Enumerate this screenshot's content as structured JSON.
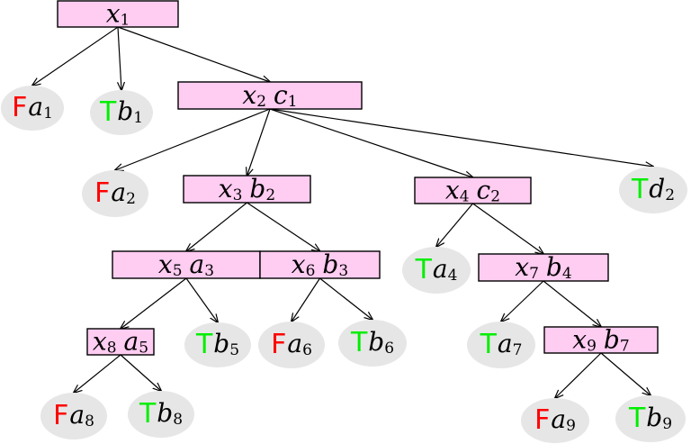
{
  "colors": {
    "F": "#ff0000",
    "T": "#00ee00",
    "box_fill": "#ffccf2",
    "leaf_fill": "#e6e6e6"
  },
  "nodes": [
    {
      "id": "x1",
      "kind": "box",
      "parts": [
        {
          "v": "x",
          "s": "1"
        }
      ]
    },
    {
      "id": "a1",
      "kind": "leaf",
      "flag": "F",
      "parts": [
        {
          "v": "a",
          "s": "1"
        }
      ]
    },
    {
      "id": "b1",
      "kind": "leaf",
      "flag": "T",
      "parts": [
        {
          "v": "b",
          "s": "1"
        }
      ]
    },
    {
      "id": "x2",
      "kind": "box",
      "parts": [
        {
          "v": "x",
          "s": "2"
        },
        {
          "v": "c",
          "s": "1"
        }
      ]
    },
    {
      "id": "a2",
      "kind": "leaf",
      "flag": "F",
      "parts": [
        {
          "v": "a",
          "s": "2"
        }
      ]
    },
    {
      "id": "x3",
      "kind": "box",
      "parts": [
        {
          "v": "x",
          "s": "3"
        },
        {
          "v": "b",
          "s": "2"
        }
      ]
    },
    {
      "id": "x4",
      "kind": "box",
      "parts": [
        {
          "v": "x",
          "s": "4"
        },
        {
          "v": "c",
          "s": "2"
        }
      ]
    },
    {
      "id": "d2",
      "kind": "leaf",
      "flag": "T",
      "parts": [
        {
          "v": "d",
          "s": "2"
        }
      ]
    },
    {
      "id": "x5",
      "kind": "box",
      "parts": [
        {
          "v": "x",
          "s": "5"
        },
        {
          "v": "a",
          "s": "3"
        }
      ]
    },
    {
      "id": "x6",
      "kind": "box",
      "parts": [
        {
          "v": "x",
          "s": "6"
        },
        {
          "v": "b",
          "s": "3"
        }
      ]
    },
    {
      "id": "a4",
      "kind": "leaf",
      "flag": "T",
      "parts": [
        {
          "v": "a",
          "s": "4"
        }
      ]
    },
    {
      "id": "x7",
      "kind": "box",
      "parts": [
        {
          "v": "x",
          "s": "7"
        },
        {
          "v": "b",
          "s": "4"
        }
      ]
    },
    {
      "id": "x8",
      "kind": "box",
      "parts": [
        {
          "v": "x",
          "s": "8"
        },
        {
          "v": "a",
          "s": "5"
        }
      ]
    },
    {
      "id": "b5",
      "kind": "leaf",
      "flag": "T",
      "parts": [
        {
          "v": "b",
          "s": "5"
        }
      ]
    },
    {
      "id": "a6",
      "kind": "leaf",
      "flag": "F",
      "parts": [
        {
          "v": "a",
          "s": "6"
        }
      ]
    },
    {
      "id": "b6",
      "kind": "leaf",
      "flag": "T",
      "parts": [
        {
          "v": "b",
          "s": "6"
        }
      ]
    },
    {
      "id": "a7",
      "kind": "leaf",
      "flag": "T",
      "parts": [
        {
          "v": "a",
          "s": "7"
        }
      ]
    },
    {
      "id": "x9",
      "kind": "box",
      "parts": [
        {
          "v": "x",
          "s": "9"
        },
        {
          "v": "b",
          "s": "7"
        }
      ]
    },
    {
      "id": "a8",
      "kind": "leaf",
      "flag": "F",
      "parts": [
        {
          "v": "a",
          "s": "8"
        }
      ]
    },
    {
      "id": "b8",
      "kind": "leaf",
      "flag": "T",
      "parts": [
        {
          "v": "b",
          "s": "8"
        }
      ]
    },
    {
      "id": "a9",
      "kind": "leaf",
      "flag": "F",
      "parts": [
        {
          "v": "a",
          "s": "9"
        }
      ]
    },
    {
      "id": "b9",
      "kind": "leaf",
      "flag": "T",
      "parts": [
        {
          "v": "b",
          "s": "9"
        }
      ]
    }
  ],
  "edges": [
    [
      "x1",
      "a1"
    ],
    [
      "x1",
      "b1"
    ],
    [
      "x1",
      "x2"
    ],
    [
      "x2",
      "a2"
    ],
    [
      "x2",
      "x3"
    ],
    [
      "x2",
      "x4"
    ],
    [
      "x2",
      "d2"
    ],
    [
      "x3",
      "x5"
    ],
    [
      "x3",
      "x6"
    ],
    [
      "x4",
      "a4"
    ],
    [
      "x4",
      "x7"
    ],
    [
      "x5",
      "x8"
    ],
    [
      "x5",
      "b5"
    ],
    [
      "x6",
      "a6"
    ],
    [
      "x6",
      "b6"
    ],
    [
      "x7",
      "a7"
    ],
    [
      "x7",
      "x9"
    ],
    [
      "x8",
      "a8"
    ],
    [
      "x8",
      "b8"
    ],
    [
      "x9",
      "a9"
    ],
    [
      "x9",
      "b9"
    ]
  ]
}
